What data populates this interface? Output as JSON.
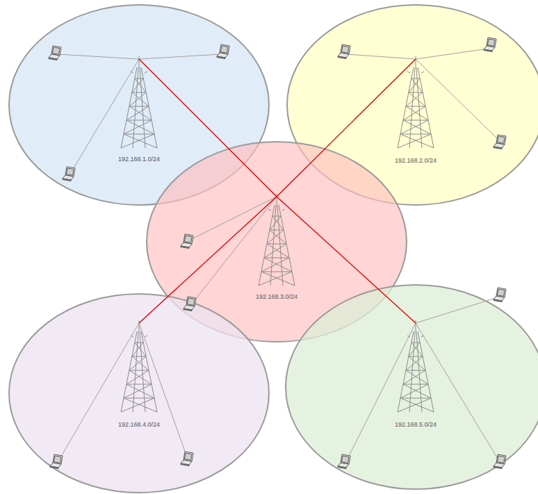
{
  "diagram": {
    "nodes": [
      {
        "text": [
          "192.168.1.0/24"
        ]
      },
      {
        "text": [
          "192.168.2.0/24"
        ]
      },
      {
        "text": [
          "192.168.3.0/24"
        ]
      },
      {
        "text": [
          "192.168.4.0/24"
        ]
      },
      {
        "text": [
          "192.168.5.0/24"
        ]
      }
    ],
    "edges": [
      {
        "from": 0,
        "to": 2,
        "arrow": "none"
      },
      {
        "from": 1,
        "to": 2,
        "arrow": "none"
      },
      {
        "from": 2,
        "to": 3,
        "arrow": "none"
      },
      {
        "from": 2,
        "to": 4,
        "arrow": "none"
      }
    ]
  }
}
